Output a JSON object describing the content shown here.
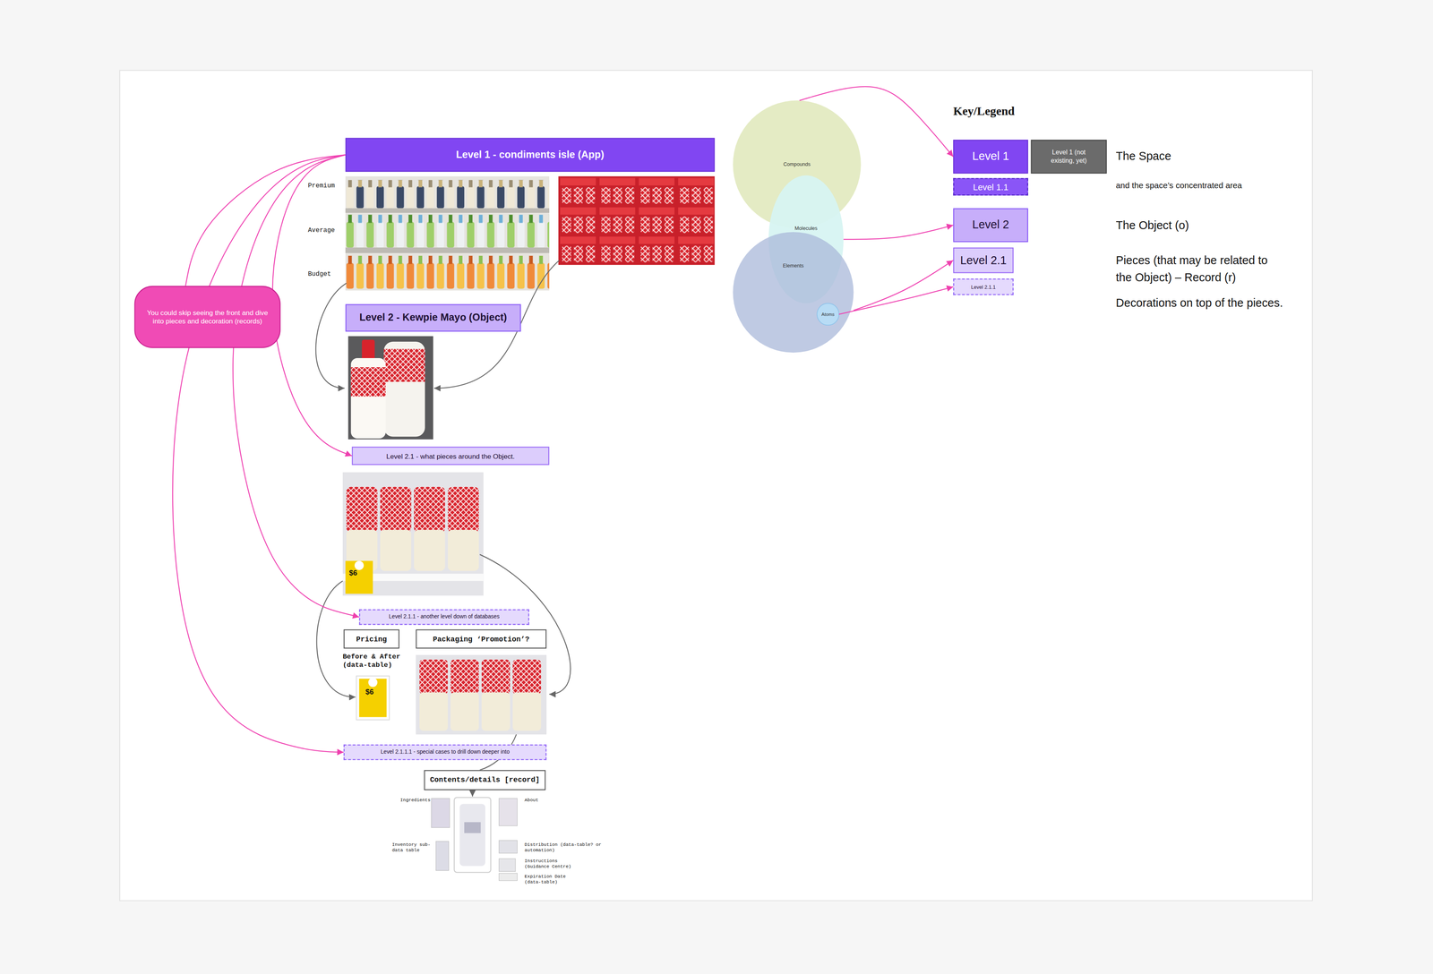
{
  "diagram": {
    "nodes": [
      {
        "text": [
          "Level 1 - condiments isle (App)"
        ]
      },
      {
        "text": [
          "Level 2 - Kewpie Mayo (Object)"
        ]
      },
      {
        "text": [
          "Level 2.1 - what pieces around the Object."
        ]
      },
      {
        "text": [
          "Level 2.1.1 - another level down of databases"
        ]
      },
      {
        "text": [
          "Pricing"
        ]
      },
      {
        "text": [
          "Packaging ‘Promotion’?"
        ]
      },
      {
        "text": [
          "Level 2.1.1.1 - special cases to drill down deeper into"
        ]
      },
      {
        "text": [
          "Contents/details [record]"
        ]
      },
      {
        "text": [
          "You could skip seeing the front and dive into pieces and decoration (records)"
        ]
      },
      {
        "text": [
          "Compounds"
        ]
      },
      {
        "text": [
          "Molecules"
        ]
      },
      {
        "text": [
          "Elements"
        ]
      },
      {
        "text": [
          "Atoms"
        ],
        "in": 11
      },
      {
        "text": [
          "Level 1"
        ]
      },
      {
        "text": [
          "Level 1 (not existing, yet)"
        ]
      },
      {
        "text": [
          "Level 1.1"
        ]
      },
      {
        "text": [
          "Level 2"
        ]
      },
      {
        "text": [
          "Level 2.1"
        ]
      },
      {
        "text": [
          "Level 2.1.1"
        ]
      }
    ],
    "edges": [
      {
        "from": 0,
        "to": 8,
        "arrow": "none"
      },
      {
        "from": 0,
        "to": 2,
        "arrow": "to"
      },
      {
        "from": 0,
        "to": 3,
        "arrow": "to"
      },
      {
        "from": 0,
        "to": 6,
        "arrow": "to"
      },
      {
        "from": 9,
        "to": 13,
        "arrow": "to"
      },
      {
        "from": 10,
        "to": 16,
        "arrow": "to"
      },
      {
        "from": 11,
        "to": 17,
        "arrow": "to"
      },
      {
        "from": 12,
        "to": 18,
        "arrow": "to"
      }
    ],
    "labels": [
      "Premium",
      "Average",
      "Budget",
      "Before & After (data-table)",
      "$6",
      "$6",
      "Ingredients",
      "About",
      "Inventory sub-data table",
      "Distribution (data-table? or automation)",
      "Instructions (Guidance Centre)",
      "Expiration Date (data-table)",
      "Key/Legend",
      "The Space",
      "and the space’s concentrated area",
      "The Object (o)",
      "Pieces (that may be related to the Object) – Record (r)",
      "Decorations on top of the pieces."
    ]
  }
}
